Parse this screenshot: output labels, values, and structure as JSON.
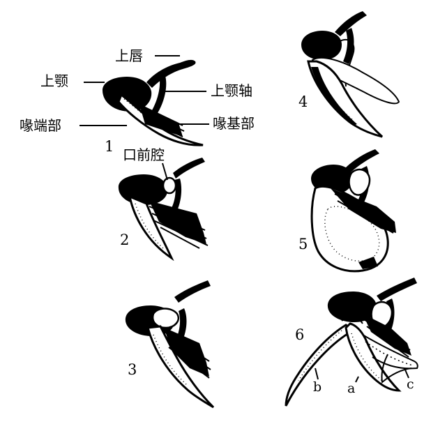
{
  "colors": {
    "ink": "#000000",
    "paper": "#ffffff"
  },
  "panel1": {
    "number": "1",
    "labels": {
      "upper_lip": "上唇",
      "maxilla": "上颚",
      "maxilla_axis": "上颚轴",
      "beak_tip": "喙端部",
      "beak_base": "喙基部"
    }
  },
  "panel2": {
    "number": "2",
    "labels": {
      "vestibule": "口前腔"
    }
  },
  "panel3": {
    "number": "3"
  },
  "panel4": {
    "number": "4"
  },
  "panel5": {
    "number": "5"
  },
  "panel6": {
    "number": "6",
    "labels": {
      "a": "a",
      "b": "b",
      "c": "c"
    }
  }
}
